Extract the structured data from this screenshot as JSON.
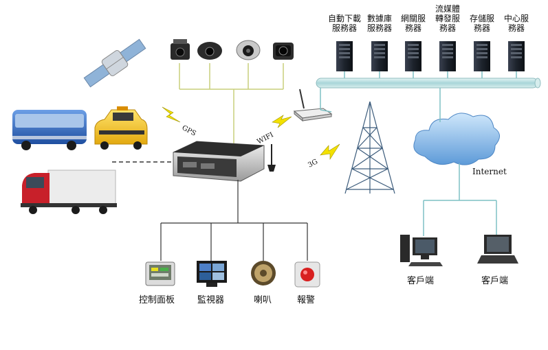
{
  "servers": [
    {
      "line1": "自動下載",
      "line2": "服務器"
    },
    {
      "line1": "數據庫",
      "line2": "服務器"
    },
    {
      "line1": "網關服",
      "line2": "務器"
    },
    {
      "line1": "流媒體",
      "line2": "轉發服",
      "line3": "務器"
    },
    {
      "line1": "存儲服",
      "line2": "務器"
    },
    {
      "line1": "中心服",
      "line2": "務器"
    }
  ],
  "links": {
    "gps": "GPS",
    "wifi": "WIFI",
    "g3": "3G",
    "internet": "Internet"
  },
  "peripherals": [
    {
      "label": "控制面板"
    },
    {
      "label": "監視器"
    },
    {
      "label": "喇叭"
    },
    {
      "label": "報警"
    }
  ],
  "clients": [
    {
      "label": "客戶端"
    },
    {
      "label": "客戶端"
    }
  ],
  "colors": {
    "bus": "#2f63b8",
    "taxi": "#f2c21b",
    "truck_cab": "#c8202a",
    "network_bar": "#bfe1e3",
    "cloud": "#7fb6e6"
  }
}
